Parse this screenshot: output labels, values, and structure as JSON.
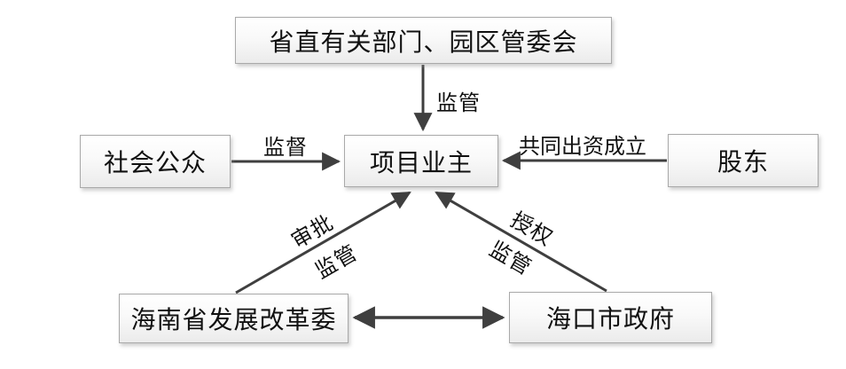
{
  "diagram": {
    "title": "",
    "nodes": {
      "provincial": {
        "label": "省直有关部门、园区管委会"
      },
      "owner": {
        "label": "项目业主"
      },
      "public": {
        "label": "社会公众"
      },
      "shareholders": {
        "label": "股东"
      },
      "hainan_drc": {
        "label": "海南省发展改革委"
      },
      "haikou_gov": {
        "label": "海口市政府"
      }
    },
    "edges": {
      "provincial_to_owner": {
        "label": "监管",
        "direction": "down"
      },
      "public_to_owner": {
        "label": "监督",
        "direction": "right"
      },
      "shareholders_to_owner": {
        "label": "共同出资成立",
        "direction": "left"
      },
      "drc_to_owner": {
        "label_line1": "审批",
        "label_line2": "监管",
        "direction": "up-right"
      },
      "gov_to_owner": {
        "label_line1": "授权",
        "label_line2": "监管",
        "direction": "up-left"
      },
      "drc_and_gov": {
        "label": "",
        "direction": "bidirectional"
      }
    },
    "colors": {
      "arrow": "#3f3f3f",
      "box_border": "#a9a9a9",
      "box_fill_top": "#ffffff",
      "box_fill_bottom": "#ebebeb",
      "text": "#111111",
      "background": "#ffffff"
    }
  }
}
